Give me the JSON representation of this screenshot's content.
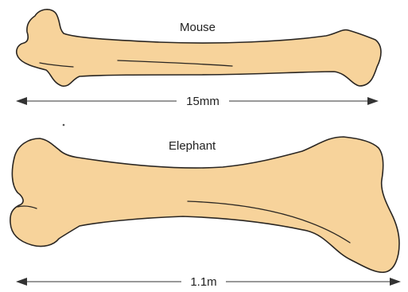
{
  "mouse": {
    "label": "Mouse",
    "scale_label": "15mm"
  },
  "elephant": {
    "label": "Elephant",
    "scale_label": "1.1m"
  },
  "colors": {
    "bone_fill": "#f7d39b",
    "outline": "#2a2622"
  }
}
